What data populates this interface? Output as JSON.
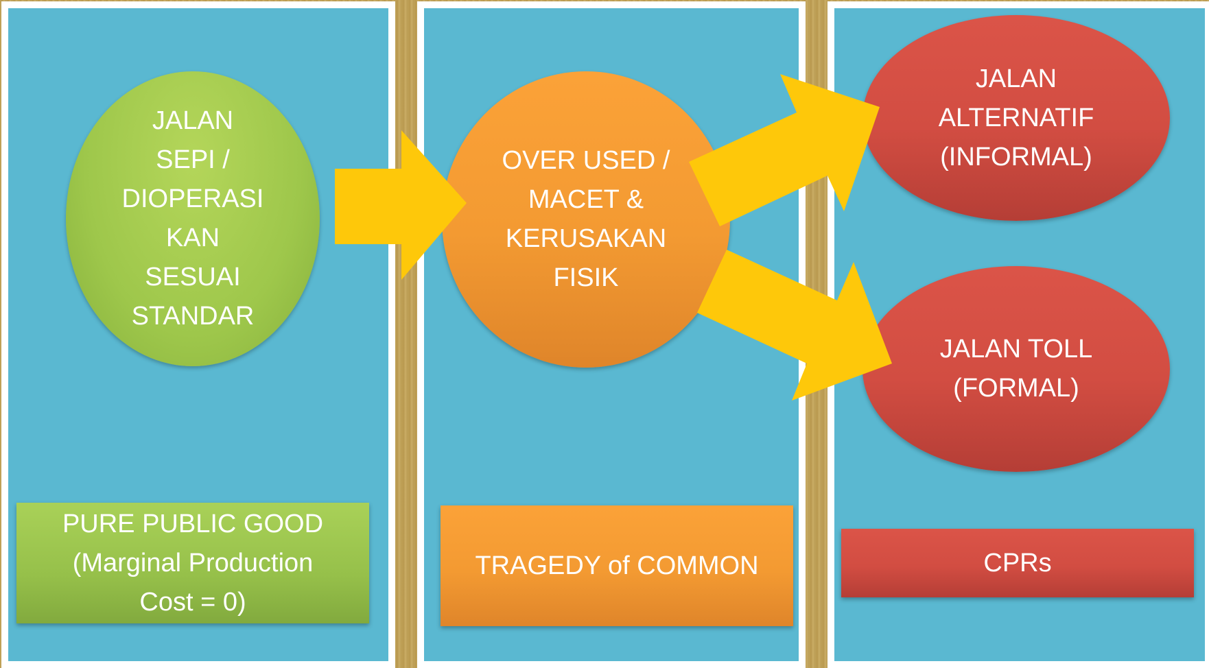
{
  "nodes": {
    "green": "JALAN\nSEPI /\nDIOPERASI\nKAN\nSESUAI\nSTANDAR",
    "orange": "OVER USED /\nMACET &\nKERUSAKAN\nFISIK",
    "red_top": "JALAN\nALTERNATIF\n(INFORMAL)",
    "red_bottom": "JALAN TOLL\n(FORMAL)"
  },
  "boxes": {
    "green": "PURE PUBLIC GOOD\n(Marginal Production\nCost = 0)",
    "orange": "TRAGEDY of COMMON",
    "red": "CPRs"
  },
  "colors": {
    "panel": "#5ab8d1",
    "green": "#9ec74b",
    "orange": "#f39a32",
    "red": "#d24d42",
    "arrow": "#fec80a"
  }
}
